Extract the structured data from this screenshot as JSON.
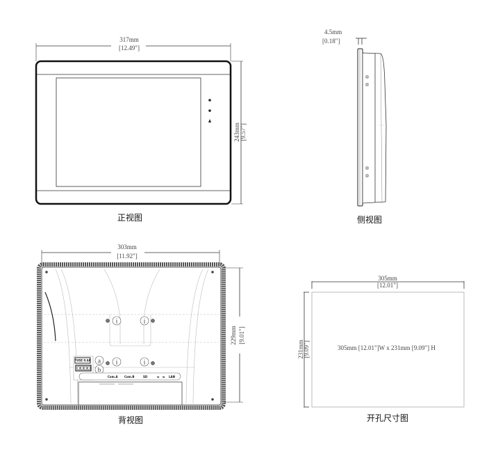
{
  "front_view": {
    "caption": "正视图",
    "width_mm": "317mm",
    "width_in": "[12.49\"]",
    "height_mm": "243mm",
    "height_in": "[9.57\"]"
  },
  "side_view": {
    "caption": "侧视图",
    "depth_mm": "4.5mm",
    "depth_in": "[0.18\"]"
  },
  "back_view": {
    "caption": "背视图",
    "width_mm": "303mm",
    "width_in": "[11.92\"]",
    "height_mm": "229mm",
    "height_in": "[9.01\"]",
    "callouts": {
      "a": "a",
      "b": "b",
      "i": "i"
    },
    "fuse_label": "FUSE 0.6A",
    "ports": [
      "Com.A",
      "Com.B",
      "SD",
      "⇆",
      "⇆",
      "LAN"
    ]
  },
  "cutout_view": {
    "caption": "开孔尺寸图",
    "width_mm": "305mm",
    "width_in": "[12.01\"]",
    "height_mm": "231mm",
    "height_in": "[9.09\"]",
    "summary": "305mm [12.01\"]W x 231mm [9.09\"] H"
  }
}
